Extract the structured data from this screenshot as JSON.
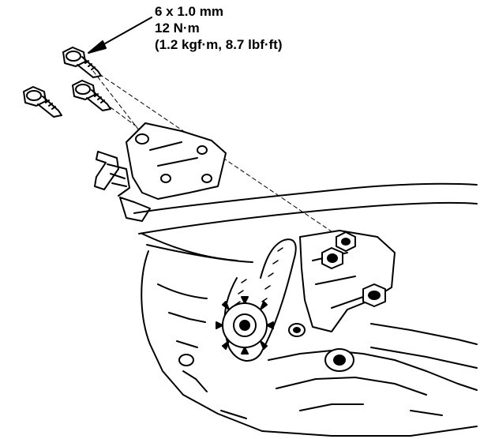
{
  "callout": {
    "size": "6 x 1.0 mm",
    "torque_nm": "12 N·m",
    "torque_alt": "(1.2 kgf·m, 8.7 lbf·ft)"
  },
  "icons": [
    "bolt-icon",
    "timing-belt-icon",
    "sprocket-icon",
    "engine-bracket-icon"
  ],
  "colors": {
    "ink": "#000000",
    "paper": "#ffffff"
  }
}
